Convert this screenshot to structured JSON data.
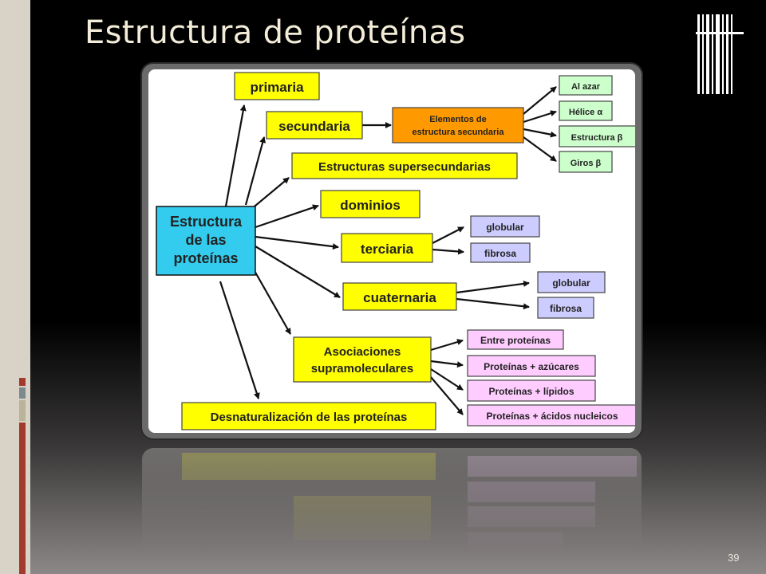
{
  "slide": {
    "title": "Estructura de proteínas",
    "page_number": "39"
  },
  "diagram": {
    "root": "Estructura de las proteínas",
    "root_lines": [
      "Estructura",
      "de las",
      "proteínas"
    ],
    "branches": {
      "primaria": "primaria",
      "secundaria": "secundaria",
      "supersecundarias": "Estructuras supersecundarias",
      "dominios": "dominios",
      "terciaria": "terciaria",
      "cuaternaria": "cuaternaria",
      "asociaciones_lines": [
        "Asociaciones",
        "supramoleculares"
      ],
      "desnaturalizacion": "Desnaturalización de las proteínas"
    },
    "elementos_lines": [
      "Elementos de",
      "estructura secundaria"
    ],
    "secundaria_children": [
      "Al azar",
      "Hélice α",
      "Estructura β",
      "Giros β"
    ],
    "terciaria_children": [
      "globular",
      "fibrosa"
    ],
    "cuaternaria_children": [
      "globular",
      "fibrosa"
    ],
    "asociaciones_children": [
      "Entre proteínas",
      "Proteínas + azúcares",
      "Proteínas + lípidos",
      "Proteínas + ácidos nucleicos"
    ]
  },
  "colors": {
    "yellow": "#ffff00",
    "cyan": "#33ccee",
    "orange": "#ff9900",
    "green": "#ccffcc",
    "lavender": "#ccccff",
    "pink": "#ffccff"
  }
}
